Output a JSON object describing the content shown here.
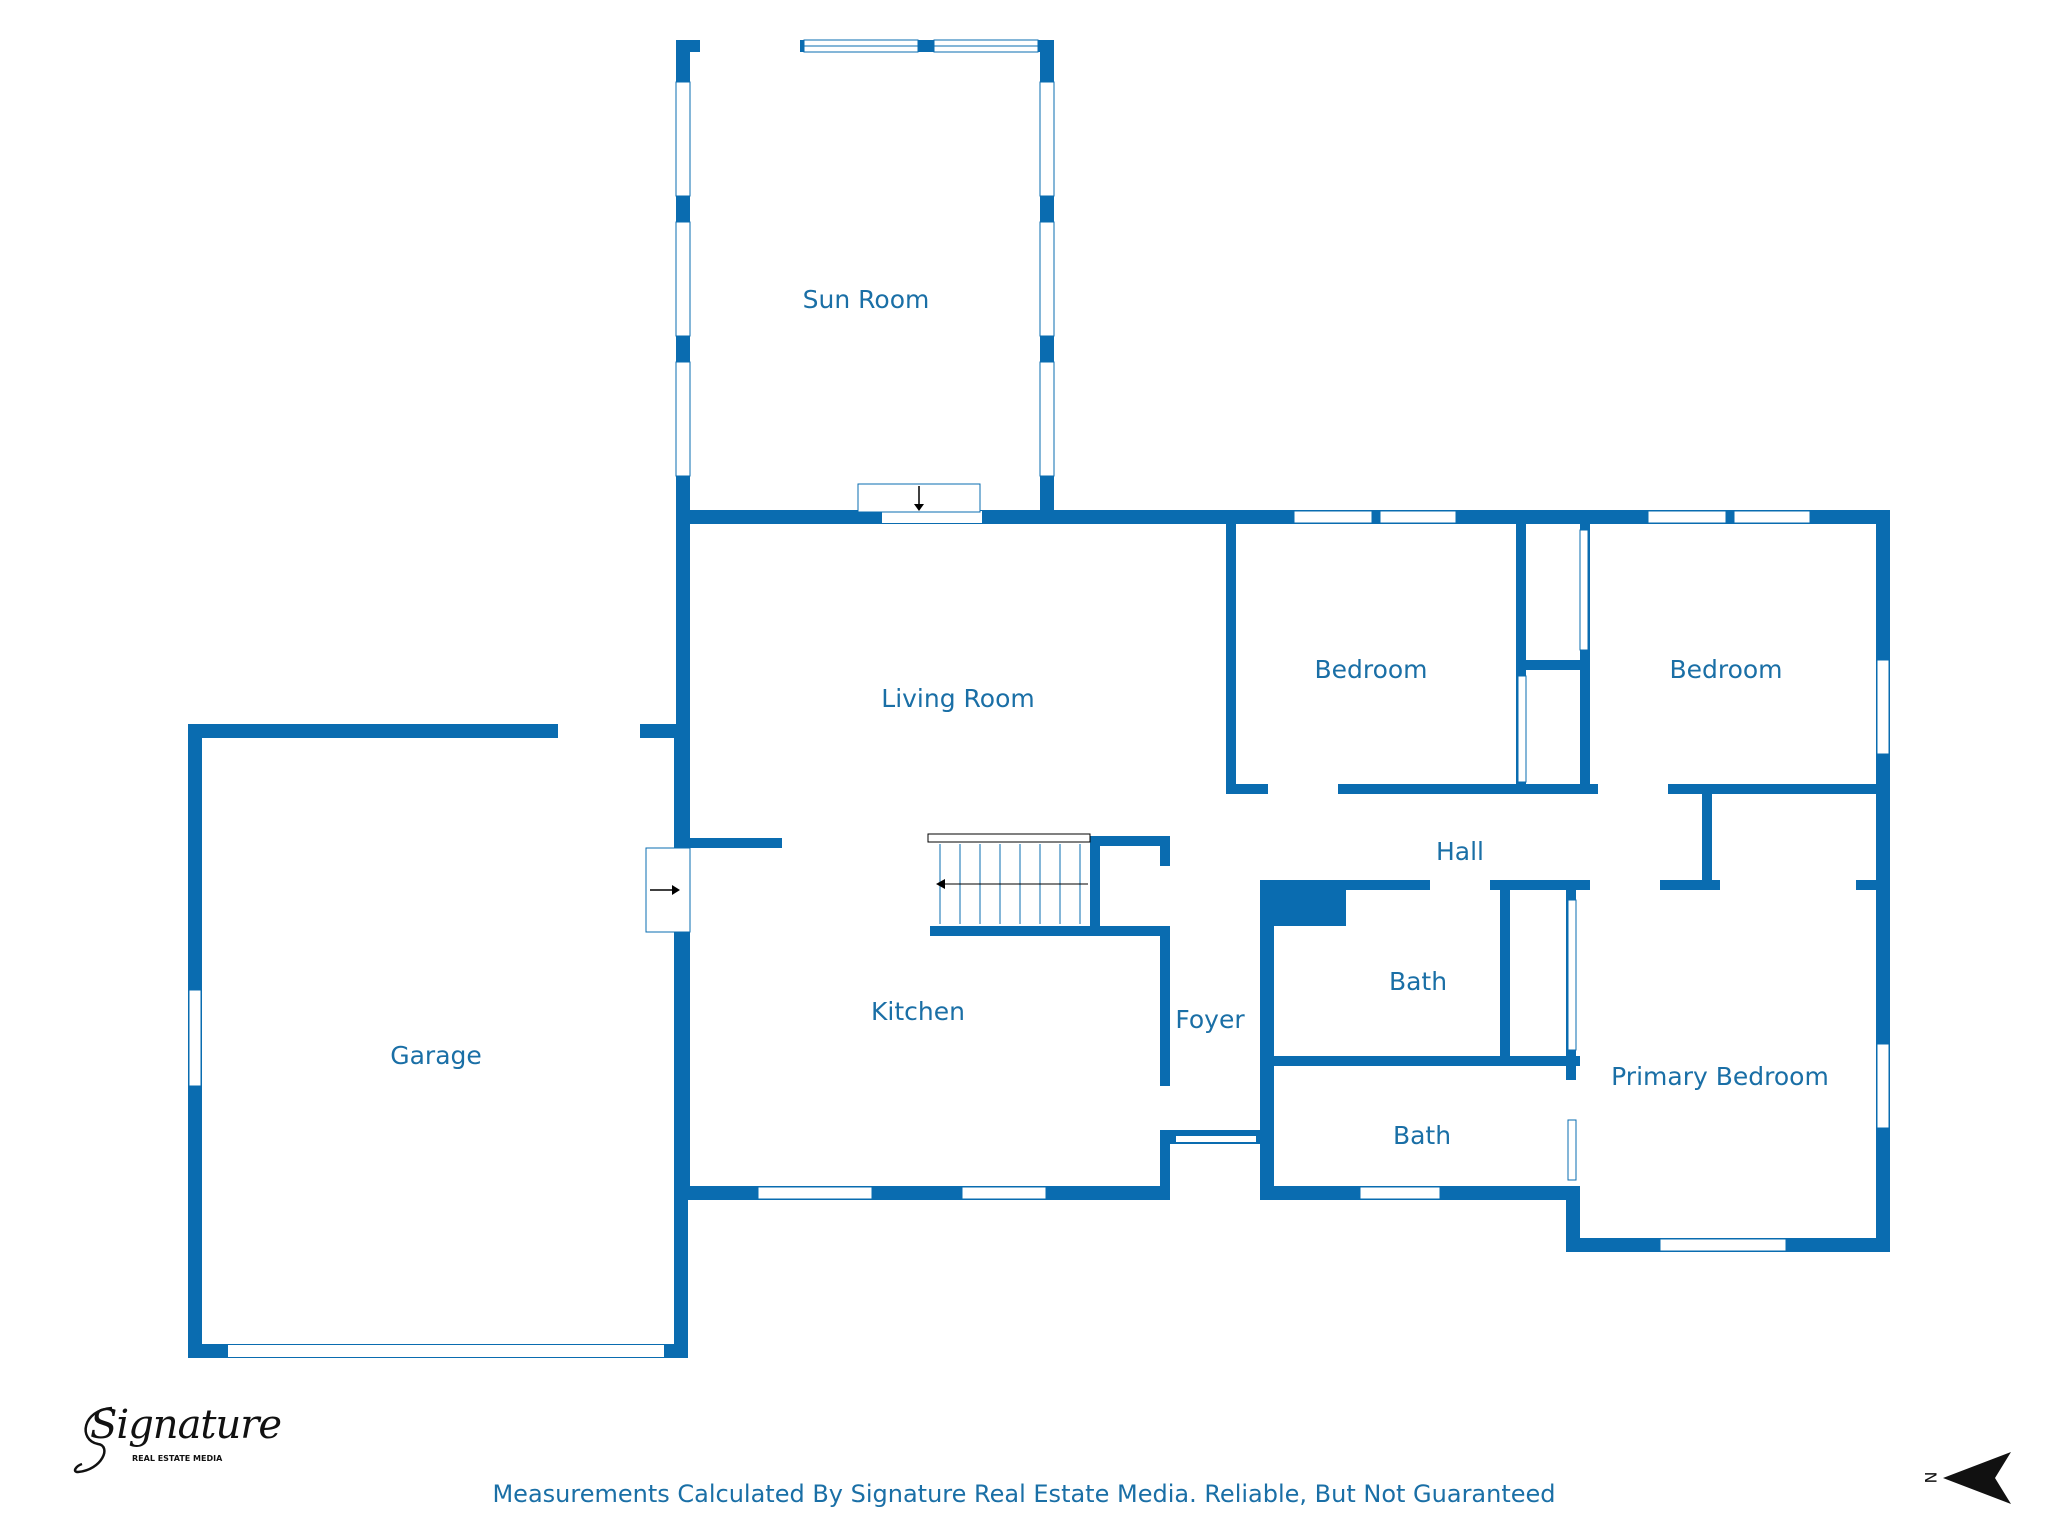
{
  "colors": {
    "wall": "#0a6cb0",
    "window": "#ffffff",
    "label": "#1a6fa6",
    "background": "#ffffff"
  },
  "rooms": {
    "sun_room": "Sun Room",
    "living_room": "Living Room",
    "bedroom_1": "Bedroom",
    "bedroom_2": "Bedroom",
    "hall": "Hall",
    "kitchen": "Kitchen",
    "foyer": "Foyer",
    "bath_1": "Bath",
    "bath_2": "Bath",
    "garage": "Garage",
    "primary_bedroom": "Primary Bedroom"
  },
  "footer": {
    "disclaimer": "Measurements Calculated By Signature Real Estate Media. Reliable, But Not Guaranteed"
  },
  "logo": {
    "wordmark": "Signature",
    "subtitle": "REAL ESTATE MEDIA"
  },
  "compass": {
    "label": "N",
    "icon": "north-arrow-icon"
  }
}
